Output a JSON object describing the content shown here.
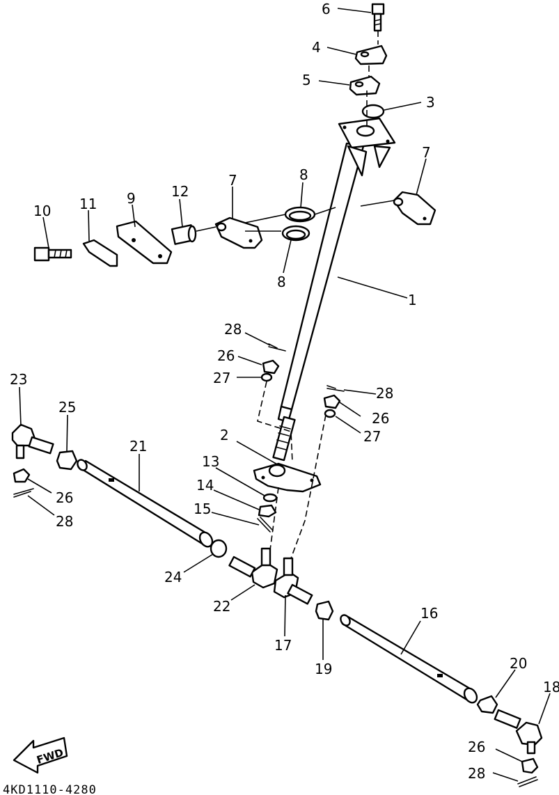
{
  "diagram_code": "4KD1110-4280",
  "fwd_label": "FWD",
  "callouts": {
    "c1": "1",
    "c2": "2",
    "c3": "3",
    "c4": "4",
    "c5": "5",
    "c6": "6",
    "c7a": "7",
    "c7b": "7",
    "c8a": "8",
    "c8b": "8",
    "c9": "9",
    "c10": "10",
    "c11": "11",
    "c12": "12",
    "c13": "13",
    "c14": "14",
    "c15": "15",
    "c16": "16",
    "c17": "17",
    "c18": "18",
    "c19": "19",
    "c20": "20",
    "c21": "21",
    "c22": "22",
    "c23": "23",
    "c24": "24",
    "c25": "25",
    "c26a": "26",
    "c26b": "26",
    "c26c": "26",
    "c26d": "26",
    "c27a": "27",
    "c27b": "27",
    "c28a": "28",
    "c28b": "28",
    "c28c": "28",
    "c28d": "28"
  }
}
